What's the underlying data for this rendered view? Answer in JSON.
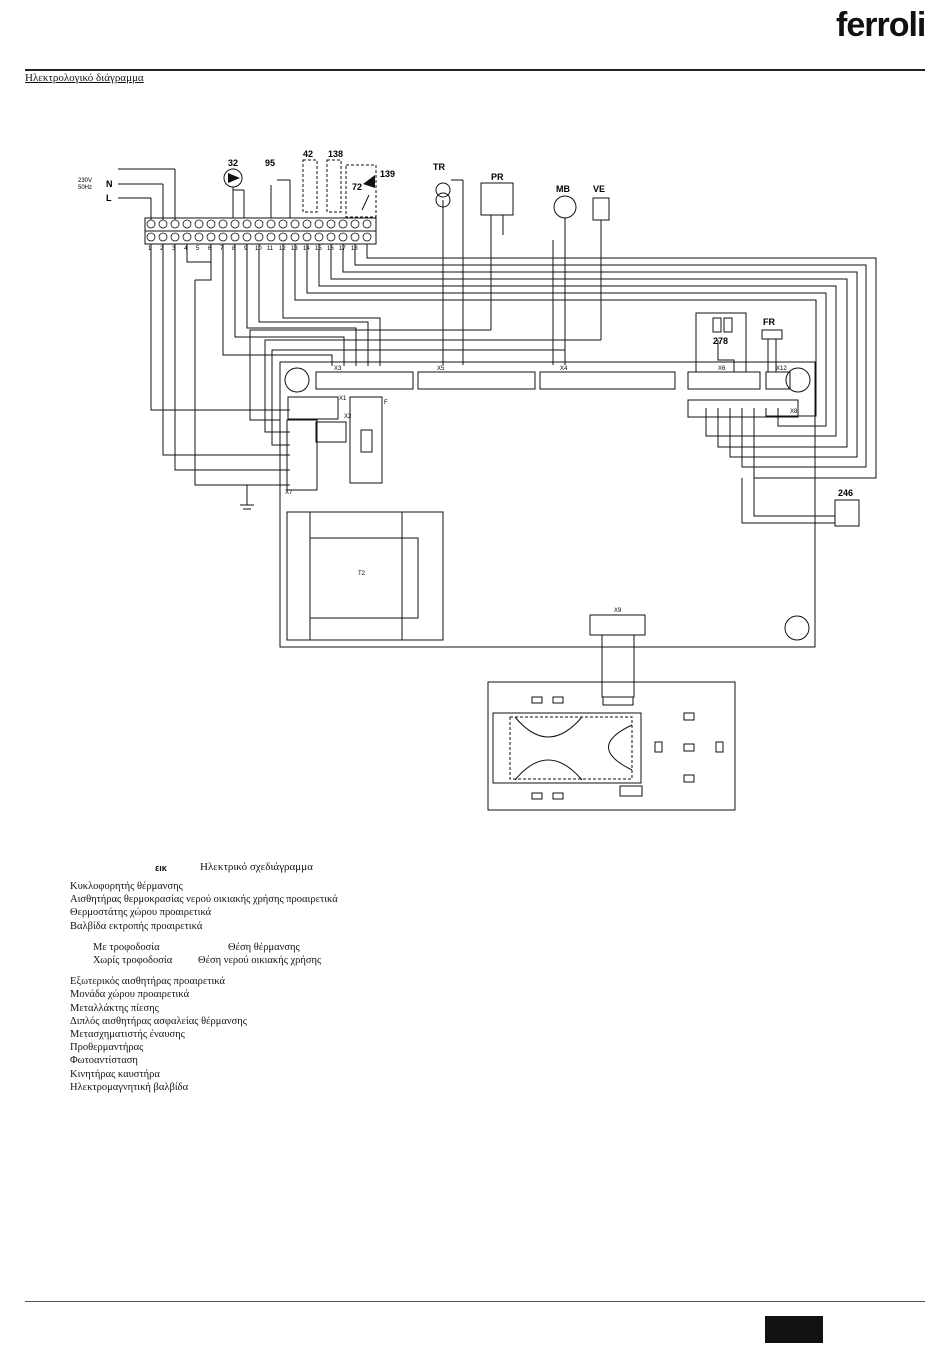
{
  "header": {
    "brand": "ferroli",
    "section_title": "Ηλεκτρολογικό διάγραμμα"
  },
  "diagram": {
    "supply_labels": [
      "230V",
      "50Hz",
      "N",
      "L"
    ],
    "component_numbers": [
      "32",
      "95",
      "42",
      "138",
      "72",
      "139",
      "TR",
      "PR",
      "MB",
      "VE",
      "278",
      "FR",
      "246"
    ],
    "terminal_numbers": [
      "1",
      "2",
      "3",
      "4",
      "5",
      "6",
      "7",
      "8",
      "9",
      "10",
      "11",
      "12",
      "13",
      "14",
      "15",
      "16",
      "17",
      "18"
    ],
    "connector_labels": [
      "X3",
      "X5",
      "X4",
      "X6",
      "X12",
      "X8",
      "X1",
      "X2",
      "X7",
      "X9",
      "T2",
      "F"
    ]
  },
  "caption": {
    "fig": "εικ",
    "title": "Ηλεκτρικό σχεδιάγραμμα"
  },
  "legend": {
    "items_a": [
      "Κυκλοφορητής θέρμανσης",
      "Αισθητήρας θερμοκρασίας νερού οικιακής χρήσης  προαιρετικά",
      "Θερμοστάτης χώρου  προαιρετικά",
      "Βαλβίδα εκτροπής  προαιρετικά"
    ],
    "sub_items": [
      {
        "a": "Με τροφοδοσία",
        "b": "Θέση θέρμανσης"
      },
      {
        "a": "Χωρίς τροφοδοσία",
        "b": "Θέση νερού οικιακής χρήσης"
      }
    ],
    "items_b": [
      "Εξωτερικός αισθητήρας  προαιρετικά",
      "Μονάδα χώρου  προαιρετικά",
      "Μεταλλάκτης πίεσης",
      "Διπλός αισθητήρας  ασφαλείας    θέρμανσης",
      "Μετασχηματιστής έναυσης",
      "Προθερμαντήρας",
      "Φωτοαντίσταση",
      "Κινητήρας καυστήρα",
      "Ηλεκτρομαγνητική βαλβίδα"
    ]
  }
}
